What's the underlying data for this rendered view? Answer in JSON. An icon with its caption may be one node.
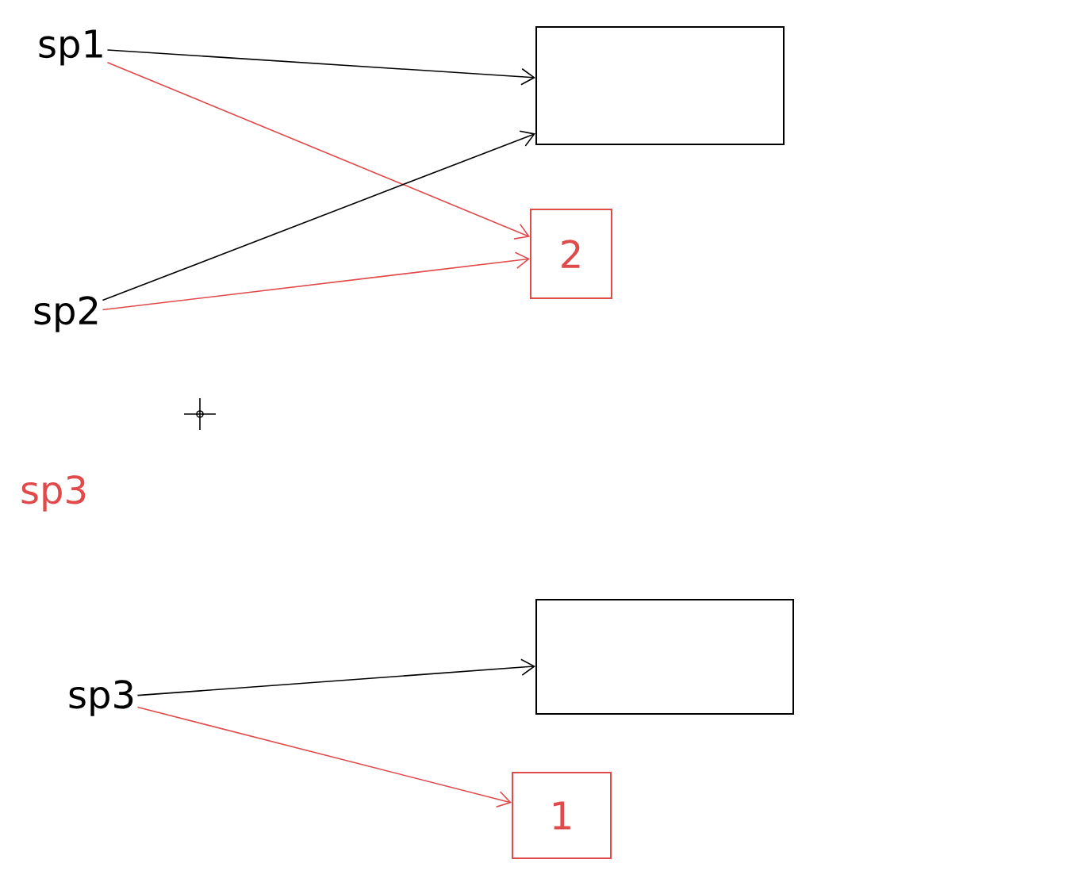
{
  "diagram": {
    "nodes": [
      {
        "text": [
          "sp1"
        ]
      },
      {
        "text": [],
        "shape": "box"
      },
      {
        "text": [
          "2"
        ]
      },
      {
        "text": [
          "sp2"
        ]
      },
      {
        "text": [
          "sp3"
        ]
      },
      {
        "text": [],
        "shape": "box"
      },
      {
        "text": [
          "1"
        ]
      }
    ],
    "edges": [
      {
        "from": 0,
        "to": 1,
        "arrow": "to"
      },
      {
        "from": 0,
        "to": 2,
        "arrow": "to",
        "color": "#e04a4a"
      },
      {
        "from": 3,
        "to": 1,
        "arrow": "to"
      },
      {
        "from": 3,
        "to": 2,
        "arrow": "to",
        "color": "#e04a4a"
      },
      {
        "from": 4,
        "to": 5,
        "arrow": "to"
      },
      {
        "from": 4,
        "to": 6,
        "arrow": "to",
        "color": "#e04a4a"
      }
    ],
    "labels": [
      "sp3"
    ]
  }
}
